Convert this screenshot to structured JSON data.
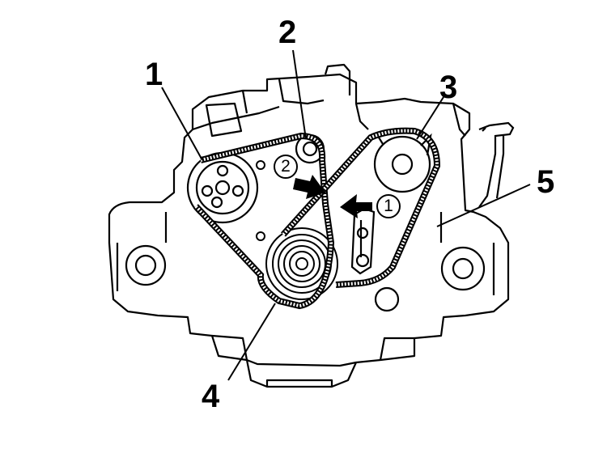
{
  "callouts": {
    "c1": "1",
    "c2": "2",
    "c3": "3",
    "c4": "4",
    "c5": "5"
  },
  "steps": {
    "s1": "1",
    "s2": "2"
  },
  "colors": {
    "ink": "#000000",
    "paper": "#ffffff"
  }
}
